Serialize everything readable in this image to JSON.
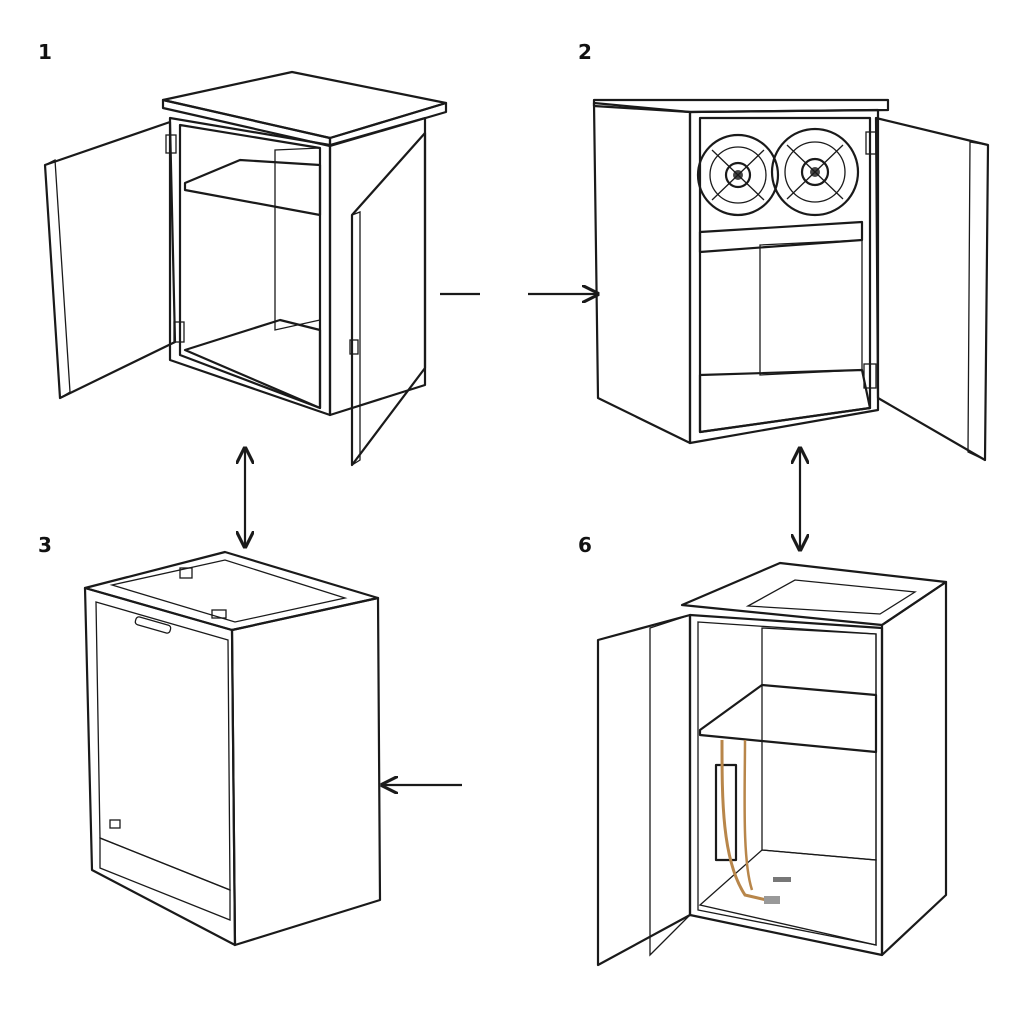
{
  "steps": [
    {
      "number": "1"
    },
    {
      "number": "2"
    },
    {
      "number": "3"
    },
    {
      "number": "6"
    }
  ],
  "colors": {
    "outline": "#1a1a1a",
    "panel_light": "#f4f4f4",
    "panel_mid": "#e6e6e6",
    "panel_dark": "#d2d2d2",
    "interior": "#dcdcdc",
    "wire_copper": "#b8864a"
  },
  "icons": [
    "hinge-icon",
    "fan-icon",
    "arrow-icon",
    "door-handle-icon"
  ]
}
